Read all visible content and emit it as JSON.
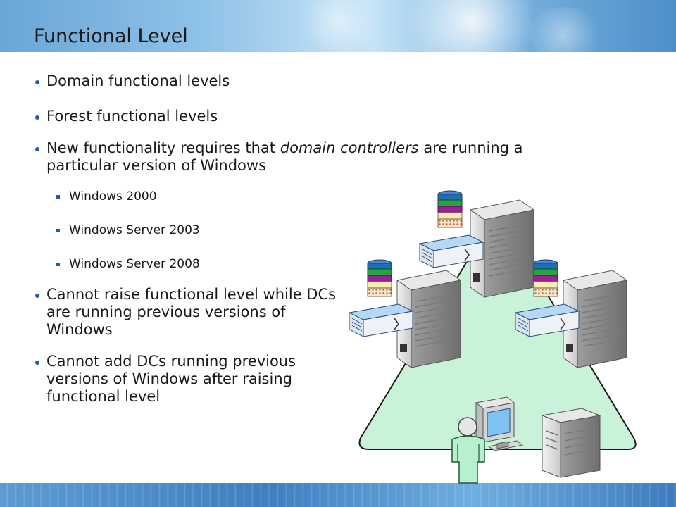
{
  "slide": {
    "title": "Functional Level"
  },
  "bullets": [
    {
      "text": "Domain functional levels"
    },
    {
      "text": "Forest functional levels"
    },
    {
      "text_before": "New functionality requires that ",
      "text_em": "domain controllers",
      "text_after": " are running a particular version of Windows",
      "sub": [
        "Windows 2000",
        "Windows Server 2003",
        "Windows Server 2008"
      ]
    },
    {
      "text": "Cannot raise functional level while DCs are running previous versions of Windows"
    },
    {
      "text": "Cannot add DCs running previous versions of Windows after raising functional level"
    }
  ],
  "colors": {
    "bullet": "#1e5fa8",
    "triangle_fill": "#c9f3d8",
    "stack": [
      "#1f6fb8",
      "#27a33f",
      "#9b1e9b",
      "#f3efb0",
      "#f4e6c8"
    ]
  },
  "icons": [
    "server-icon",
    "database-stack-icon",
    "user-icon",
    "workstation-icon",
    "tower-server-icon"
  ]
}
